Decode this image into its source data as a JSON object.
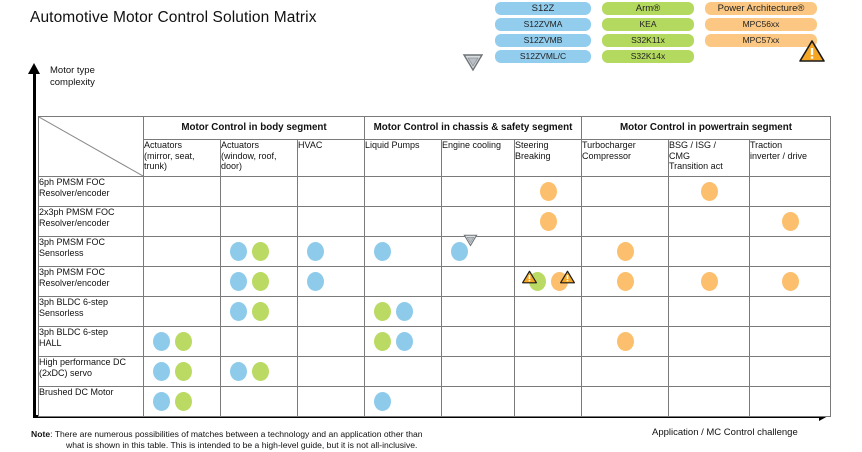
{
  "title": "Automotive Motor Control Solution Matrix",
  "axes": {
    "y_label_line1": "Motor type",
    "y_label_line2": "complexity",
    "x_label": "Application / MC Control challenge"
  },
  "legend": {
    "grey_triangle_icon": "grey-warning-triangle-icon",
    "warning_icon": "warning-triangle-icon",
    "columns": [
      {
        "family": "S12Z",
        "color": "#92cdee",
        "items": [
          "S12Z",
          "S12ZVMA",
          "S12ZVMB",
          "S12ZVML/C"
        ]
      },
      {
        "family": "Arm",
        "color": "#b4d95f",
        "items": [
          "Arm®",
          "KEA",
          "S32K11x",
          "S32K14x"
        ]
      },
      {
        "family": "Power Architecture",
        "color": "#fbc782",
        "items": [
          "Power Architecture®",
          "MPC56xx",
          "MPC57xx"
        ]
      }
    ]
  },
  "matrix": {
    "segments": [
      {
        "label": "Motor Control in body segment",
        "span": 3
      },
      {
        "label": "Motor Control in chassis & safety segment",
        "span": 3
      },
      {
        "label": "Motor Control in powertrain segment",
        "span": 3
      }
    ],
    "columns": [
      "Actuators (mirror, seat, trunk)",
      "Actuators (window, roof, door)",
      "HVAC",
      "Liquid Pumps",
      "Engine cooling",
      "Steering Breaking",
      "Turbocharger Compressor",
      "BSG / ISG / CMG Transition act",
      "Traction inverter / drive"
    ],
    "column_lines": [
      [
        "Actuators",
        "(mirror, seat,",
        "trunk)"
      ],
      [
        "Actuators",
        "(window, roof,",
        "door)"
      ],
      [
        "HVAC"
      ],
      [
        "Liquid Pumps"
      ],
      [
        "Engine cooling"
      ],
      [
        "Steering",
        "Breaking"
      ],
      [
        "Turbocharger",
        "Compressor"
      ],
      [
        "BSG / ISG /",
        "CMG",
        "Transition act"
      ],
      [
        "Traction",
        "inverter / drive"
      ]
    ],
    "rows": [
      {
        "label_lines": [
          "6ph PMSM FOC",
          "Resolver/encoder"
        ],
        "cells": [
          [],
          [],
          [],
          [],
          [],
          [
            {
              "color": "orange"
            }
          ],
          [],
          [
            {
              "color": "orange"
            }
          ],
          []
        ]
      },
      {
        "label_lines": [
          "2x3ph PMSM FOC",
          "Resolver/encoder"
        ],
        "cells": [
          [],
          [],
          [],
          [],
          [],
          [
            {
              "color": "orange"
            }
          ],
          [],
          [],
          [
            {
              "color": "orange"
            }
          ]
        ]
      },
      {
        "label_lines": [
          "3ph PMSM FOC",
          "Sensorless"
        ],
        "cells": [
          [],
          [
            {
              "color": "blue"
            },
            {
              "color": "green"
            }
          ],
          [
            {
              "color": "blue"
            }
          ],
          [
            {
              "color": "blue"
            }
          ],
          [
            {
              "color": "blue",
              "badge": "grey",
              "badge_pos": "tr"
            }
          ],
          [],
          [
            {
              "color": "orange"
            }
          ],
          [],
          []
        ]
      },
      {
        "label_lines": [
          "3ph PMSM FOC",
          "Resolver/encoder"
        ],
        "cells": [
          [],
          [
            {
              "color": "blue"
            },
            {
              "color": "green"
            }
          ],
          [
            {
              "color": "blue"
            }
          ],
          [],
          [],
          [
            {
              "color": "green",
              "badge": "warn",
              "badge_pos": "left"
            },
            {
              "color": "orange",
              "badge": "warn",
              "badge_pos": "right"
            }
          ],
          [
            {
              "color": "orange"
            }
          ],
          [
            {
              "color": "orange"
            }
          ],
          [
            {
              "color": "orange"
            }
          ]
        ]
      },
      {
        "label_lines": [
          "3ph BLDC 6-step",
          "Sensorless"
        ],
        "cells": [
          [],
          [
            {
              "color": "blue"
            },
            {
              "color": "green"
            }
          ],
          [],
          [
            {
              "color": "green"
            },
            {
              "color": "blue"
            }
          ],
          [],
          [],
          [],
          [],
          []
        ]
      },
      {
        "label_lines": [
          "3ph BLDC 6-step",
          "HALL"
        ],
        "cells": [
          [
            {
              "color": "blue"
            },
            {
              "color": "green"
            }
          ],
          [],
          [],
          [
            {
              "color": "green"
            },
            {
              "color": "blue"
            }
          ],
          [],
          [],
          [
            {
              "color": "orange"
            }
          ],
          [],
          []
        ]
      },
      {
        "label_lines": [
          "High performance DC",
          "(2xDC) servo"
        ],
        "cells": [
          [
            {
              "color": "blue"
            },
            {
              "color": "green"
            }
          ],
          [
            {
              "color": "blue"
            },
            {
              "color": "green"
            }
          ],
          [],
          [],
          [],
          [],
          [],
          [],
          []
        ]
      },
      {
        "label_lines": [
          "Brushed DC Motor"
        ],
        "cells": [
          [
            {
              "color": "blue"
            },
            {
              "color": "green"
            }
          ],
          [],
          [],
          [
            {
              "color": "blue"
            }
          ],
          [],
          [],
          [],
          [],
          []
        ]
      }
    ]
  },
  "note": {
    "prefix": "Note",
    "line1": ": There are numerous possibilities of matches between a technology and an application other than",
    "line2": "what is shown in this table. This is intended to be a high-level guide, but it is not all-inclusive."
  }
}
